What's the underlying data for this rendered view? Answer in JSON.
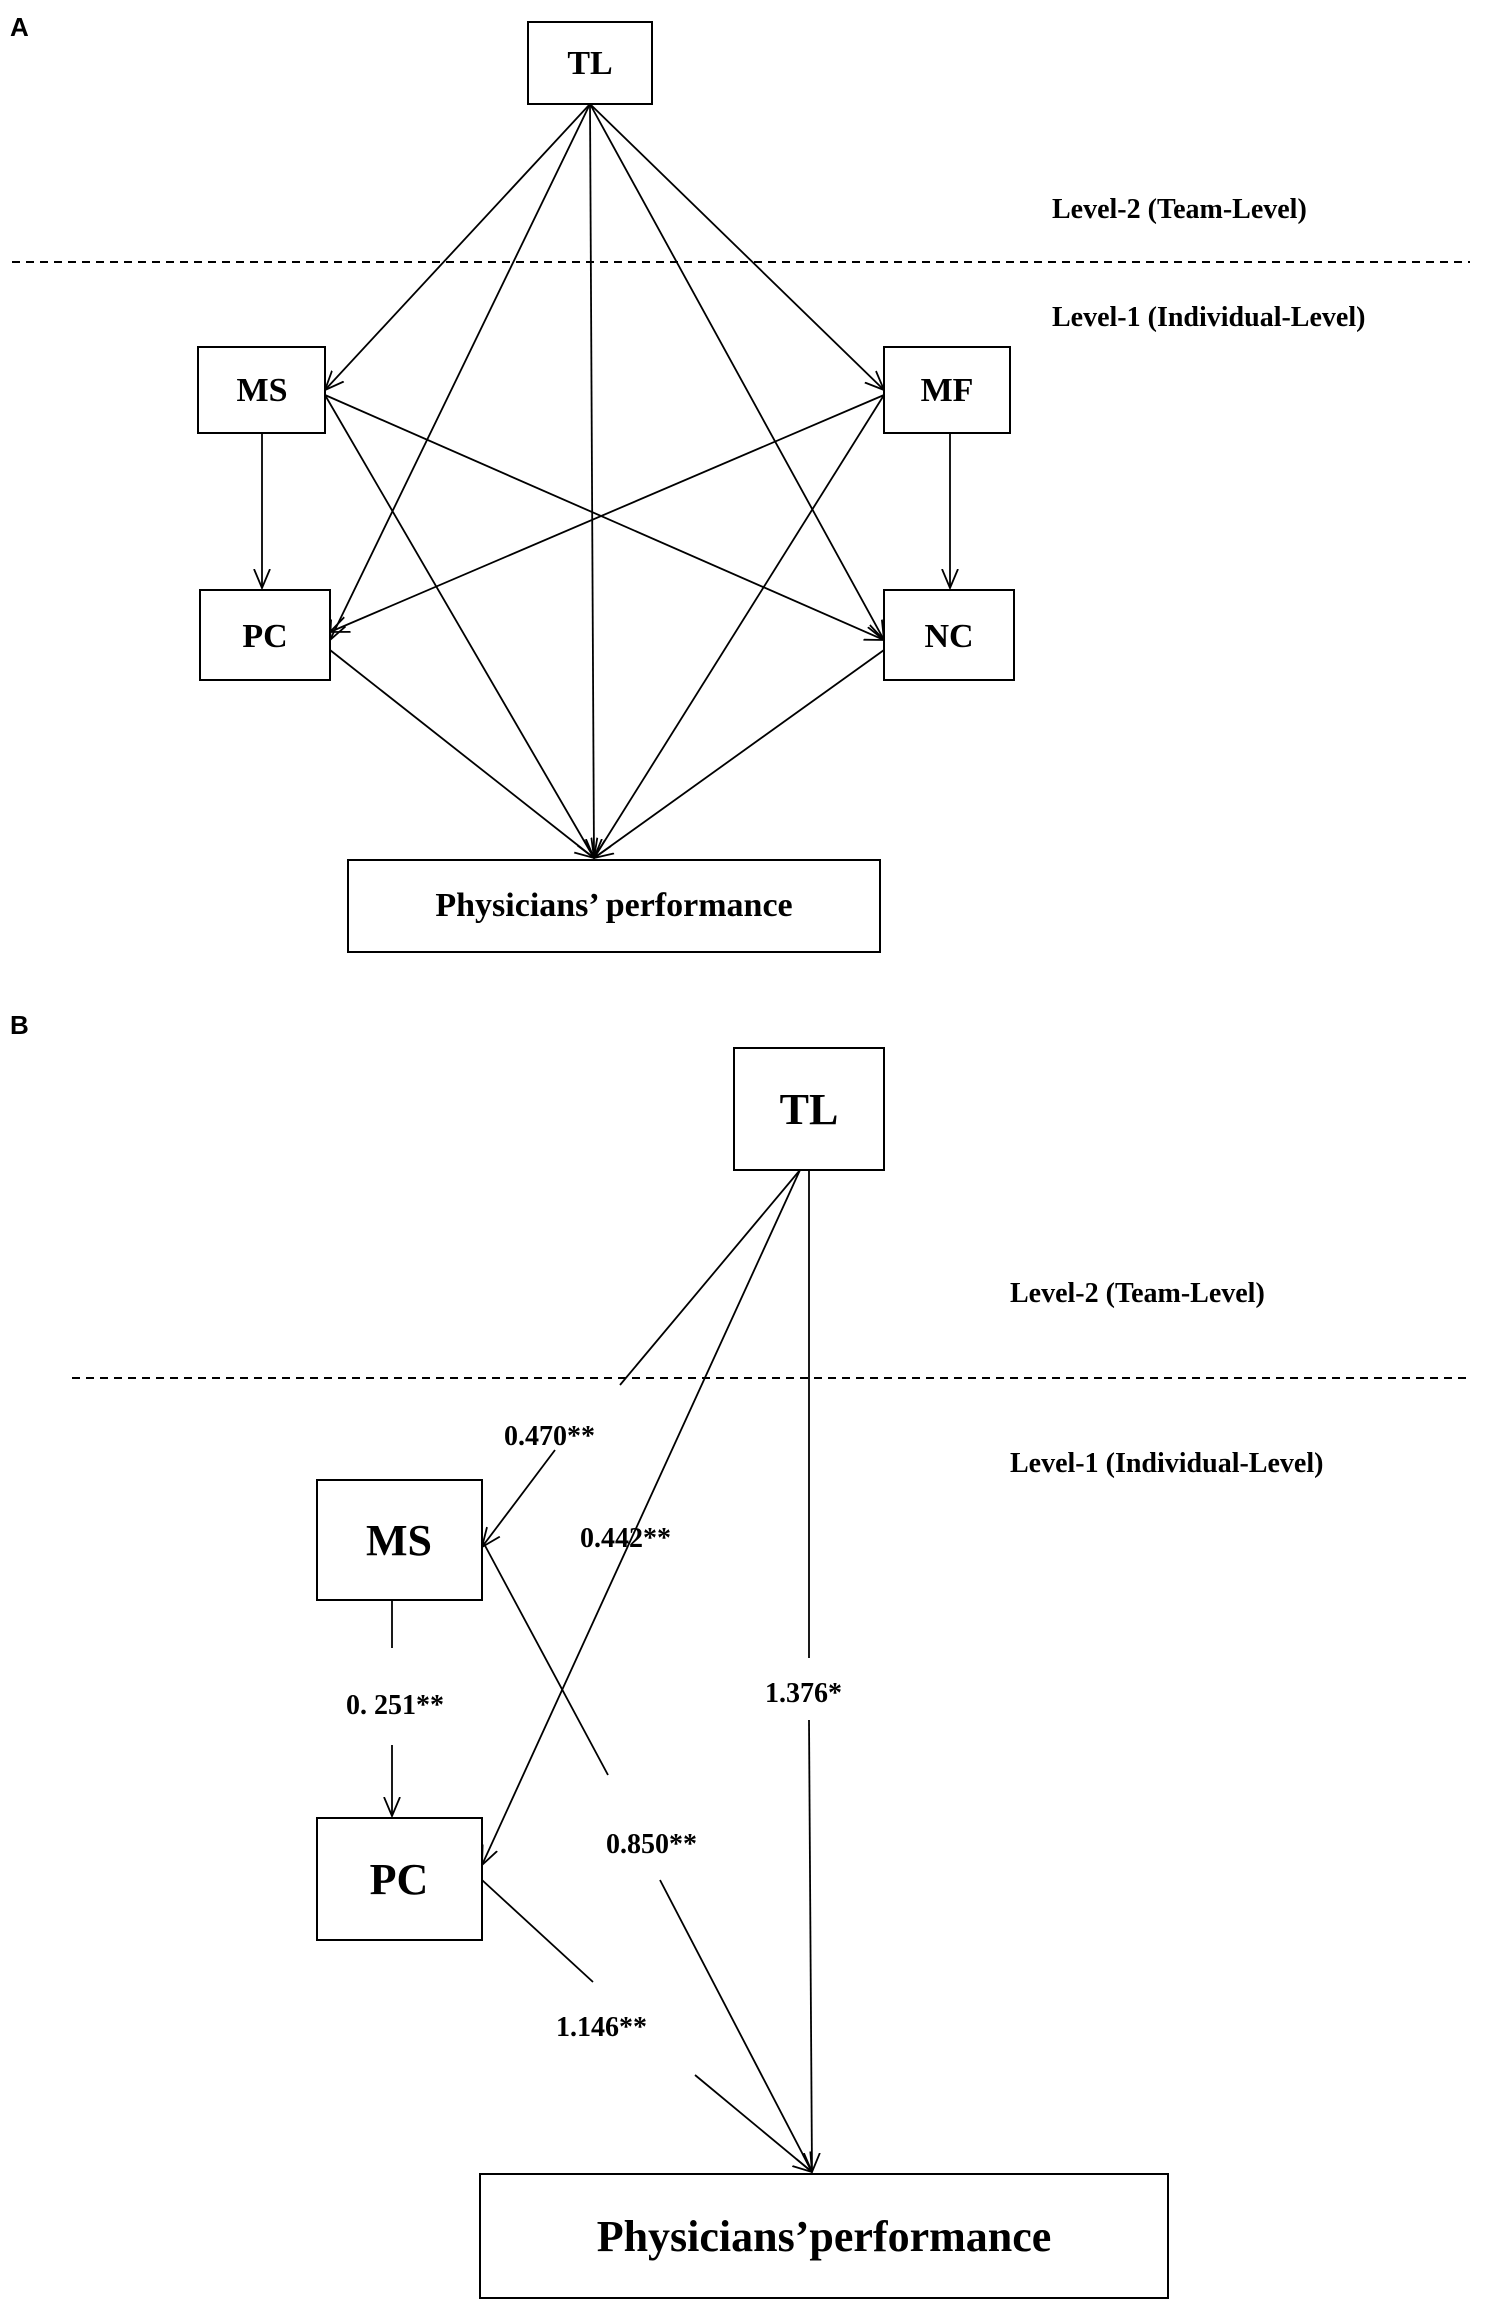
{
  "panels": {
    "a": {
      "label": "A",
      "level2": "Level-2 (Team-Level)",
      "level1": "Level-1 (Individual-Level)",
      "nodes": {
        "tl": "TL",
        "ms": "MS",
        "mf": "MF",
        "pc": "PC",
        "nc": "NC",
        "perf": "Physicians’ performance"
      }
    },
    "b": {
      "label": "B",
      "level2": "Level-2 (Team-Level)",
      "level1": "Level-1 (Individual-Level)",
      "nodes": {
        "tl": "TL",
        "ms": "MS",
        "pc": "PC",
        "perf": "Physicians’performance"
      },
      "coefficients": {
        "tl_ms": "0.470**",
        "tl_pc": "0.442**",
        "tl_perf": "1.376*",
        "ms_pc": "0. 251**",
        "ms_perf": "0.850**",
        "pc_perf": "1.146**"
      }
    }
  }
}
